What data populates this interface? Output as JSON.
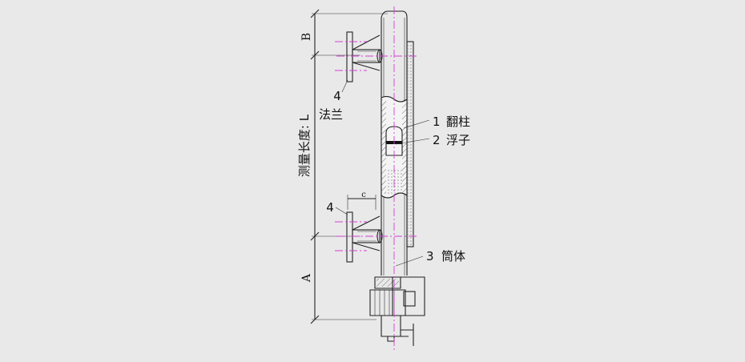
{
  "dimensions": {
    "top": "B",
    "bottom": "A",
    "measure": "测量长度: L",
    "offset": "c"
  },
  "parts": [
    {
      "number": "1",
      "name": "翻柱"
    },
    {
      "number": "2",
      "name": "浮子"
    },
    {
      "number": "3",
      "name": "筒体"
    },
    {
      "number": "4",
      "name": "法兰"
    }
  ],
  "flange_lower_number": "4",
  "colors": {
    "background": "#e9e9e9",
    "line": "#222222",
    "centerline": "#d43fd4"
  }
}
